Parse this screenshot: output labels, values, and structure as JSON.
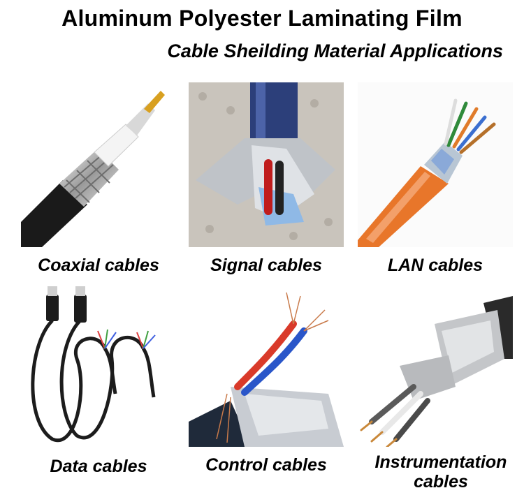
{
  "header": {
    "title": "Aluminum Polyester Laminating Film",
    "subtitle": "Cable Sheilding Material Applications"
  },
  "applications": [
    {
      "label": "Coaxial cables"
    },
    {
      "label": "Signal cables"
    },
    {
      "label": "LAN cables"
    },
    {
      "label": "Data cables"
    },
    {
      "label": "Control cables"
    },
    {
      "label": "Instrumentation",
      "label2": "cables"
    }
  ]
}
